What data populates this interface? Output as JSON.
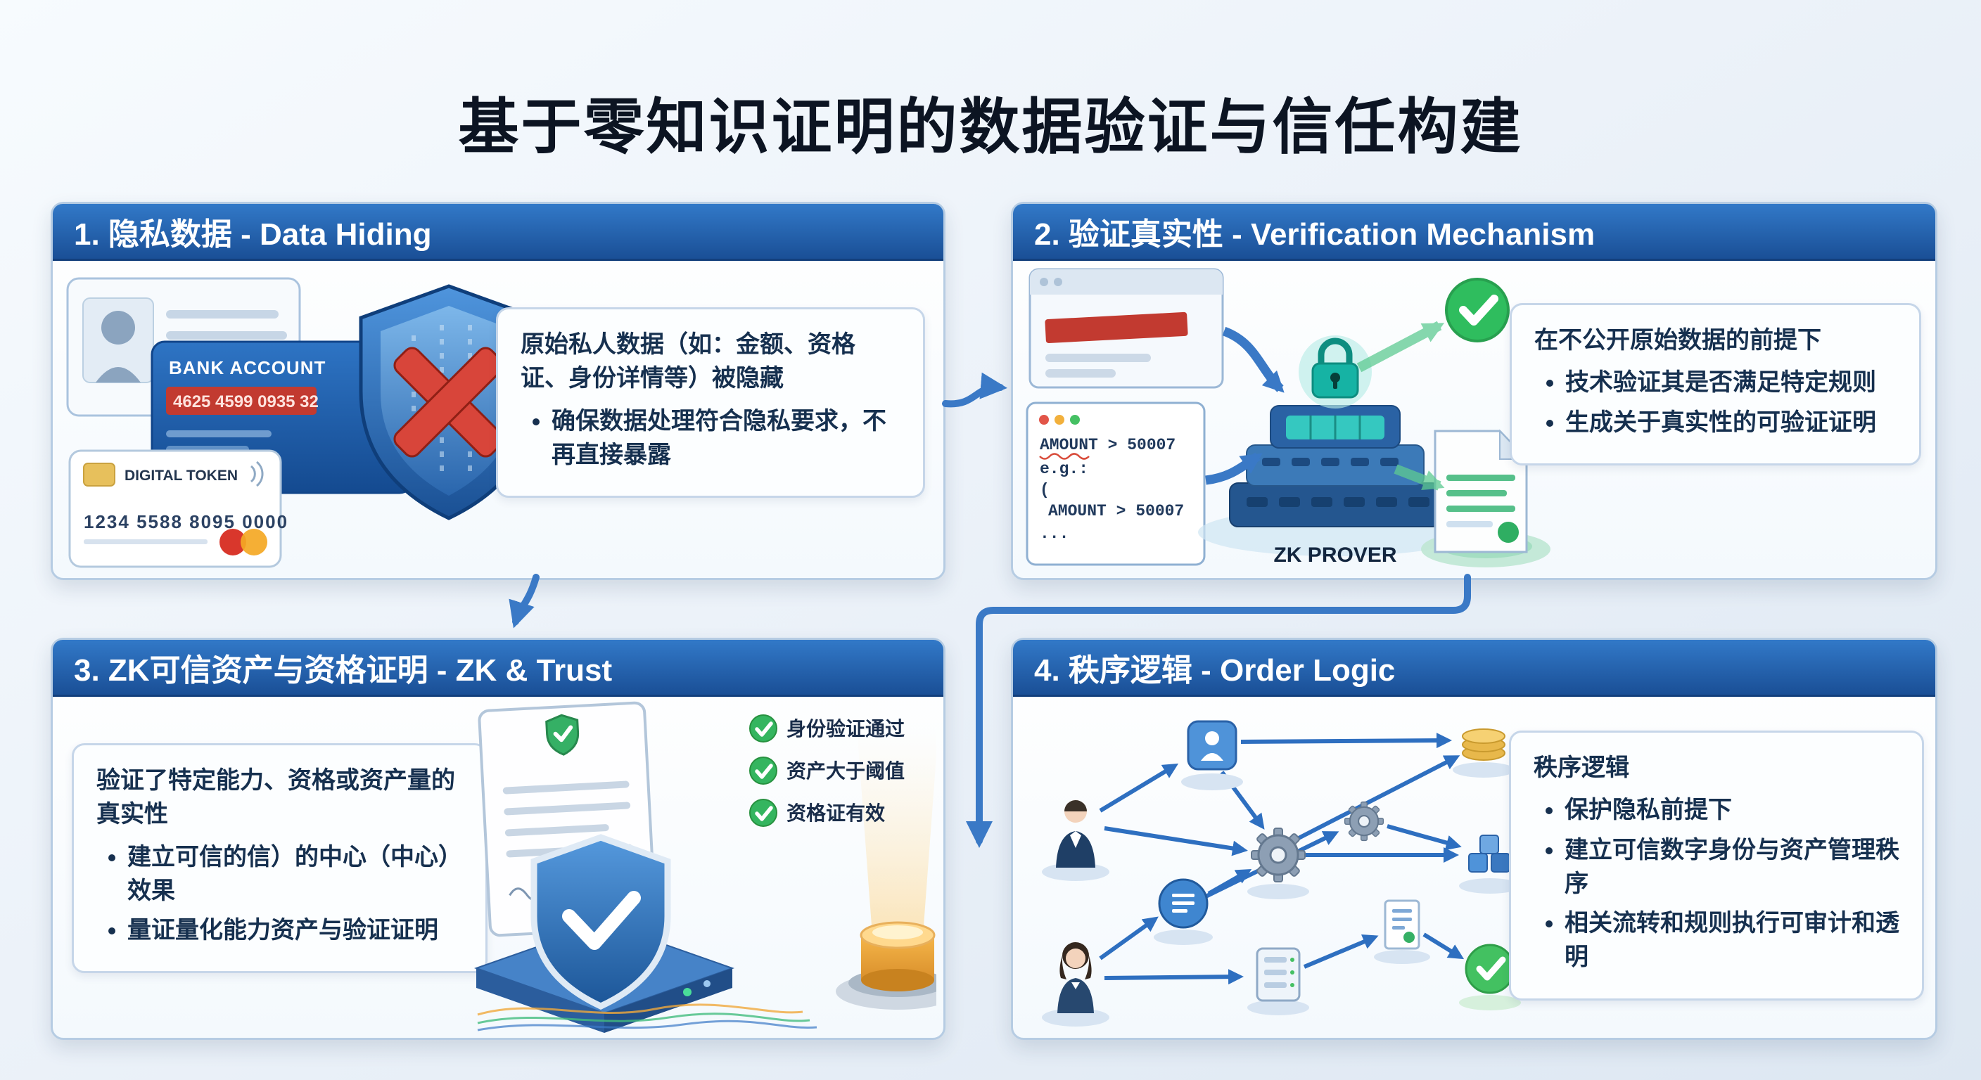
{
  "title": "基于零知识证明的数据验证与信任构建",
  "colors": {
    "header_blue": "#1a4f96",
    "arrow_blue": "#3a79c6",
    "check_green": "#2fbd5e",
    "alert_red": "#c23a30"
  },
  "panel1": {
    "title": "1. 隐私数据 - Data Hiding",
    "illustration": {
      "bank_card_label": "BANK ACCOUNT",
      "bank_card_number": "4625 4599 0935 32",
      "token_card_label": "DIGITAL TOKEN",
      "token_card_number": "1234 5588 8095 0000"
    },
    "textbox": {
      "heading": "原始私人数据（如：金额、资格证、身份详情等）被隐藏",
      "bullets": [
        "确保数据处理符合隐私要求，不再直接暴露"
      ]
    }
  },
  "panel2": {
    "title": "2. 验证真实性 - Verification Mechanism",
    "illustration": {
      "code_lines": [
        "AMOUNT > 50007",
        "e.g.:",
        "(",
        "AMOUNT > 50007",
        "..."
      ],
      "prover_label": "ZK PROVER"
    },
    "textbox": {
      "heading": "在不公开原始数据的前提下",
      "bullets": [
        "技术验证其是否满足特定规则",
        "生成关于真实性的可验证证明"
      ]
    }
  },
  "panel3": {
    "title": "3. ZK可信资产与资格证明 - ZK & Trust",
    "illustration": {
      "checklist": [
        "身份验证通过",
        "资产大于阈值",
        "资格证有效"
      ]
    },
    "textbox": {
      "heading": "验证了特定能力、资格或资产量的真实性",
      "bullets": [
        "建立可信的信）的中心（中心）效果",
        "量证量化能力资产与验证证明"
      ]
    }
  },
  "panel4": {
    "title": "4. 秩序逻辑 - Order Logic",
    "textbox": {
      "heading": "秩序逻辑",
      "bullets": [
        "保护隐私前提下",
        "建立可信数字身份与资产管理秩序",
        "相关流转和规则执行可审计和透明"
      ]
    }
  }
}
